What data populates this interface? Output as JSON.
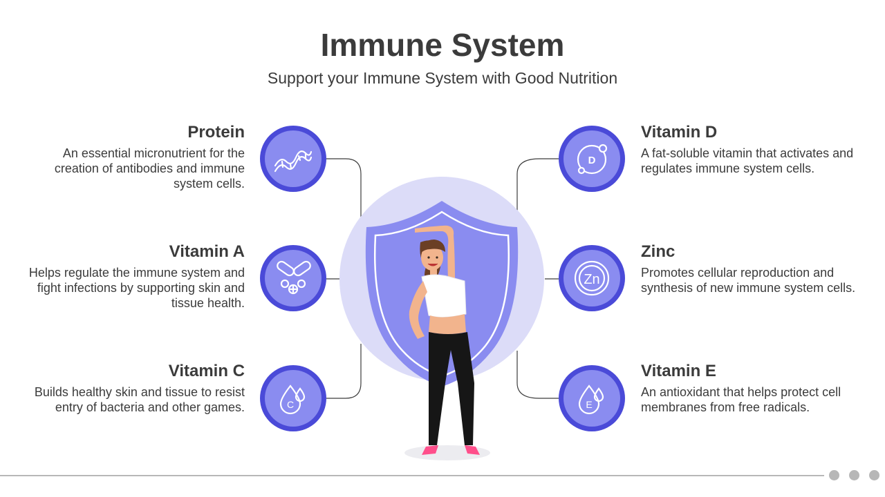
{
  "header": {
    "title": "Immune System",
    "subtitle": "Support your Immune System with Good Nutrition"
  },
  "items": [
    {
      "title": "Protein",
      "desc": "An essential micronutrient for the creation of antibodies and immune system cells.",
      "icon": "dna-icon"
    },
    {
      "title": "Vitamin A",
      "desc": "Helps regulate the immune system and fight infections by supporting skin and tissue health.",
      "icon": "pills-icon"
    },
    {
      "title": "Vitamin C",
      "desc": "Builds healthy skin and tissue to resist entry of bacteria and other games.",
      "icon": "vitamin-c-drop-icon"
    },
    {
      "title": "Vitamin D",
      "desc": "A fat-soluble vitamin that activates and regulates immune system cells.",
      "icon": "vitamin-d-molecule-icon"
    },
    {
      "title": "Zinc",
      "desc": "Promotes cellular reproduction and synthesis of new immune system cells.",
      "icon": "zinc-icon"
    },
    {
      "title": "Vitamin E",
      "desc": "An antioxidant that helps protect cell membranes from free radicals.",
      "icon": "vitamin-e-drop-icon"
    }
  ],
  "icon_labels": {
    "c": "C",
    "d": "D",
    "zn": "Zn",
    "e": "E"
  },
  "colors": {
    "accent_dark": "#4a4ad8",
    "accent_light": "#8a8cf0",
    "halo": "#dcdcf8",
    "text": "#3b3b3b"
  },
  "pagination_dots": 3
}
